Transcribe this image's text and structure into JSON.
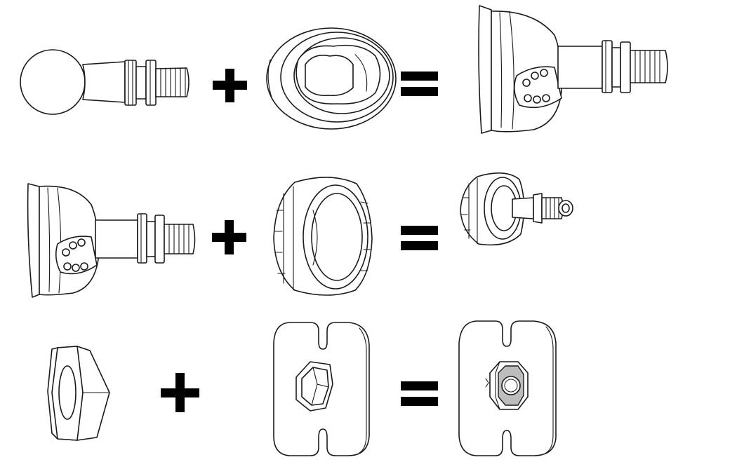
{
  "diagram": {
    "rows": [
      {
        "id": "row-1",
        "parts": [
          "ball-stud",
          "socket-housing",
          "assembled-ball-joint"
        ],
        "operators": [
          "+",
          "="
        ]
      },
      {
        "id": "row-2",
        "parts": [
          "assembled-ball-joint",
          "threaded-collar",
          "collar-assembly"
        ],
        "operators": [
          "+",
          "="
        ]
      },
      {
        "id": "row-3",
        "parts": [
          "hex-nut",
          "hex-slot-plate",
          "plate-with-nut"
        ],
        "operators": [
          "+",
          "="
        ]
      }
    ],
    "colors": {
      "line": "#1a1a1a",
      "fill": "#ffffff",
      "operator": "#000000",
      "nut-highlight": "#bdbdbd"
    }
  }
}
